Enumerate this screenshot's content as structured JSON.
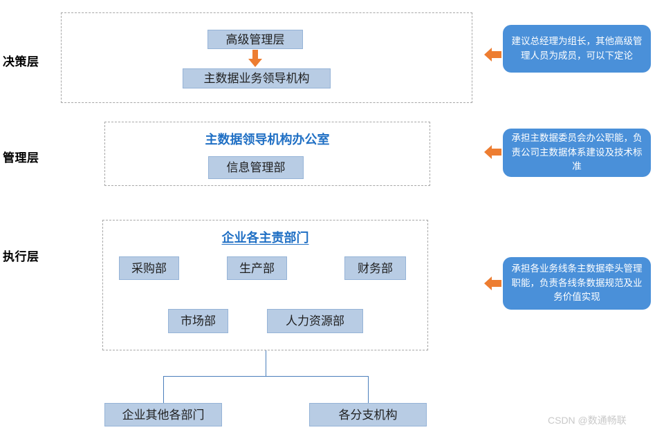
{
  "layers": [
    {
      "label": "决策层"
    },
    {
      "label": "管理层"
    },
    {
      "label": "执行层"
    }
  ],
  "decision_layer": {
    "nodes": [
      {
        "label": "高级管理层"
      },
      {
        "label": "主数据业务领导机构"
      }
    ],
    "arrow_icon": "arrow-down-icon"
  },
  "management_layer": {
    "title": "主数据领导机构办公室",
    "nodes": [
      {
        "label": "信息管理部"
      }
    ]
  },
  "execution_layer": {
    "title": "企业各主责部门",
    "nodes_row1": [
      {
        "label": "采购部"
      },
      {
        "label": "生产部"
      },
      {
        "label": "财务部"
      }
    ],
    "nodes_row2": [
      {
        "label": "市场部"
      },
      {
        "label": "人力资源部"
      }
    ]
  },
  "bottom_nodes": [
    {
      "label": "企业其他各部门"
    },
    {
      "label": "各分支机构"
    }
  ],
  "callouts": [
    {
      "text": "建议总经理为组长，其他高级管理人员为成员，可以下定论",
      "marker_icon": "arrow-left-icon"
    },
    {
      "text": "承担主数据委员会办公职能，负责公司主数据体系建设及技术标准",
      "marker_icon": "arrow-left-icon"
    },
    {
      "text": "承担各业务线条主数据牵头管理职能，负责各线条数据规范及业务价值实现",
      "marker_icon": "arrow-left-icon"
    }
  ],
  "watermark": "CSDN @数通畅联",
  "colors": {
    "node_fill": "#b8cce4",
    "node_border": "#95b3d7",
    "callout_fill": "#4a90d9",
    "accent_orange": "#ed7d31",
    "title_blue": "#1f6fc4",
    "connector": "#4a7ebb",
    "dashed_border": "#a6a6a6"
  }
}
